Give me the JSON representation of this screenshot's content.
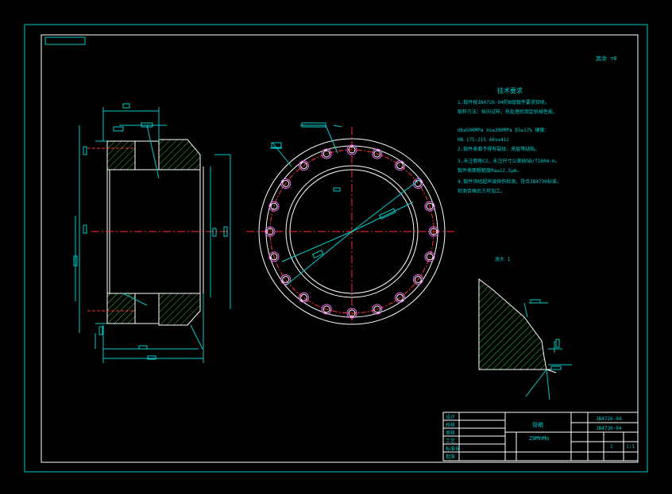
{
  "sheet": {
    "corner_mark": "其余 ▽0",
    "detail_label": "放大 I",
    "tech_requirements": {
      "title": "技术要求",
      "lines": [
        "1.锻件按JB4726-94的Ⅲ级锻件要求验收，",
        "  取样方法：纵向试样，热处理后测定机械性能。",
        "  σb≥590MPa  σs≥390MPa  δ5≥17%  硬度：",
        "  HB 175-215  Akv≥41J",
        "2.锻件表面不得有裂纹、夹层等缺陷。",
        "3.未注倒角C2，未注尺寸公差按GB/T1804-m，",
        "  锻件表面粗糙度Ra≤12.5μm。",
        "4.锻件须经超声波探伤检测，符合JB4730标准，",
        "  检测合格后方可加工。"
      ]
    },
    "title_block": {
      "part_name": "管箱",
      "material": "20MnMo",
      "standard_1": "JB4726-94",
      "standard_2": "JB4730-94",
      "scale": "1:1",
      "sheet_no": "1",
      "row_labels": [
        "设计",
        "校核",
        "审核",
        "工艺",
        "标准化",
        "批准"
      ]
    }
  }
}
